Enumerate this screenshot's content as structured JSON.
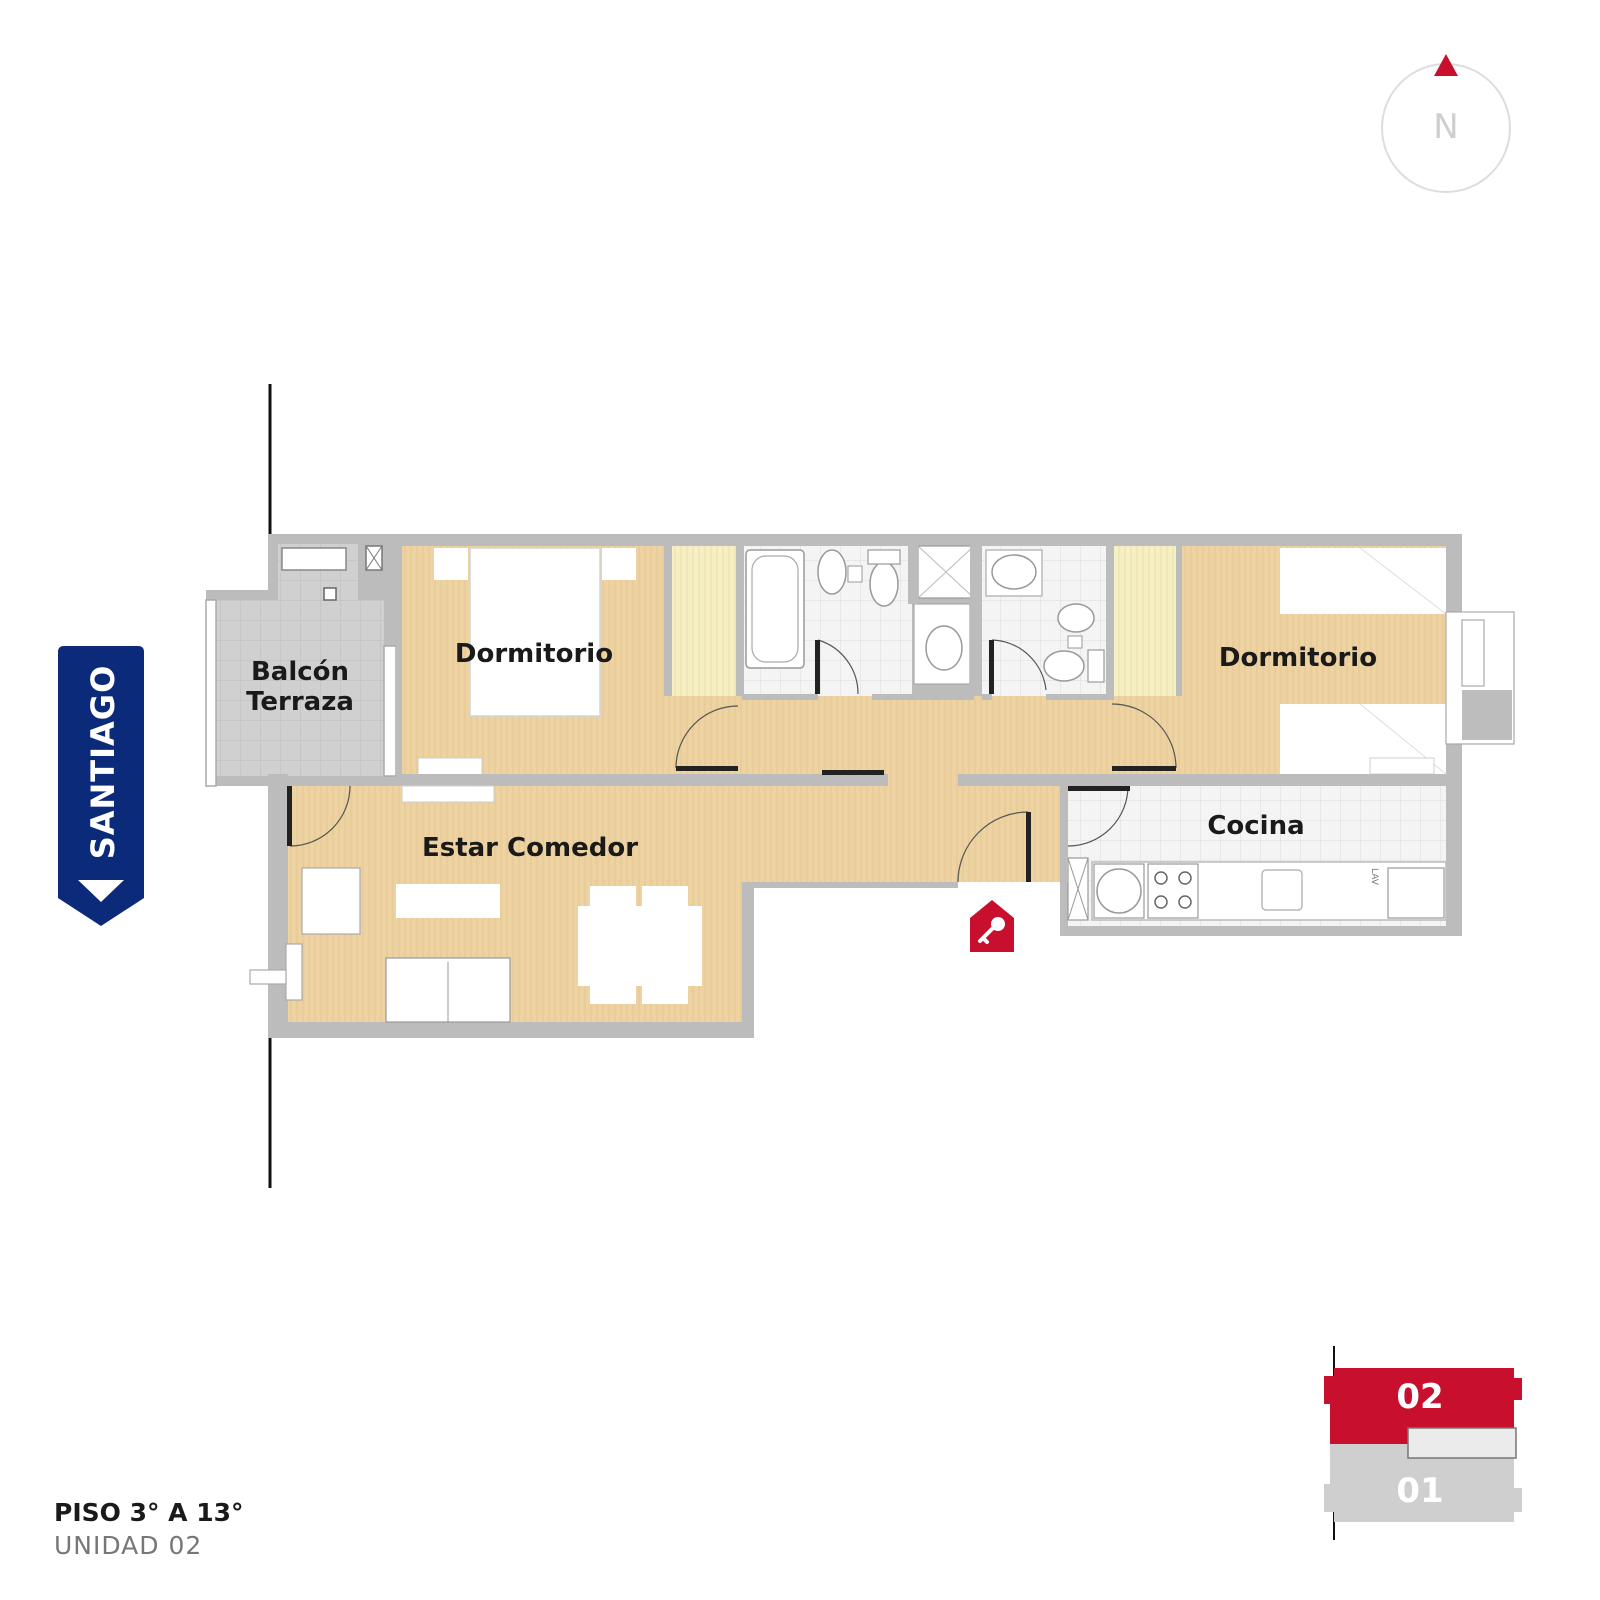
{
  "street": {
    "name": "SANTIAGO"
  },
  "compass": {
    "label": "N"
  },
  "rooms": {
    "bedroom_1": "Dormitorio",
    "bedroom_2": "Dormitorio",
    "balcony_line1": "Balcón",
    "balcony_line2": "Terraza",
    "living_dining": "Estar Comedor",
    "kitchen": "Cocina"
  },
  "fixtures": {
    "laundry": "LAV"
  },
  "key_plan": {
    "unit_top": "02",
    "unit_bottom": "01"
  },
  "footer": {
    "floors": "PISO 3° A 13°",
    "unit": "UNIDAD 02"
  },
  "colors": {
    "wood": "#edd2a2",
    "wall": "#bcbcbc",
    "tile": "#d0d0d0",
    "street_badge": "#0b2a7a",
    "accent_red": "#c8102e",
    "key_plan_gray": "#cfcfcf"
  }
}
